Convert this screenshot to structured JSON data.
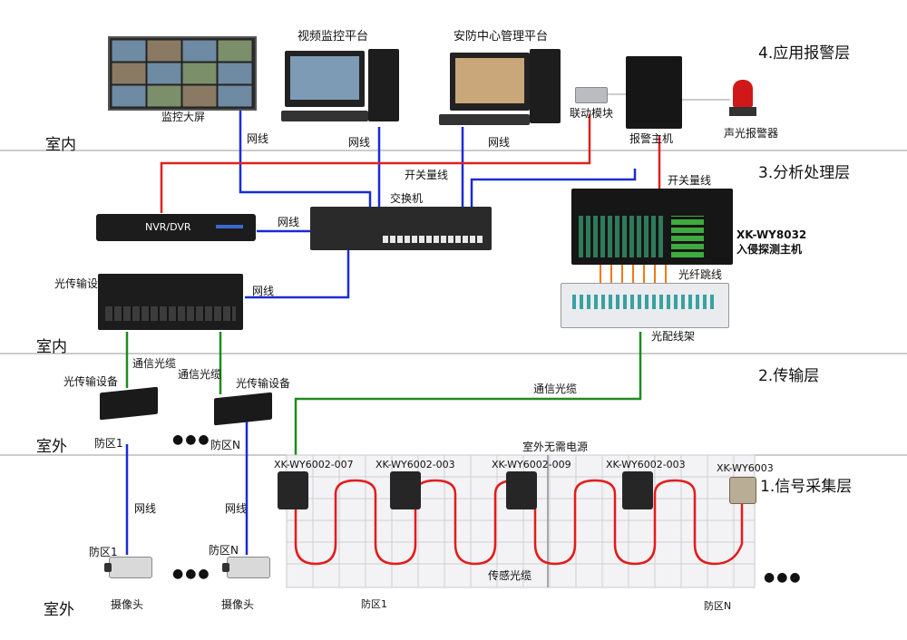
{
  "layers": {
    "l4": "4.应用报警层",
    "l3": "3.分析处理层",
    "l2": "2.传输层",
    "l1": "1.信号采集层"
  },
  "zones": {
    "indoor_1": "室内",
    "indoor_2": "室内",
    "outdoor_1": "室外",
    "outdoor_2": "室外"
  },
  "devices": {
    "video_wall": "监控大屏",
    "video_platform": "视频监控平台",
    "security_platform": "安防中心管理平台",
    "linkage_module": "联动模块",
    "alarm_host": "报警主机",
    "sound_light_alarm": "声光报警器",
    "switch": "交换机",
    "nvr": "NVR/DVR",
    "nvr_face": "NVR/DVR",
    "optical_device_rack": "光传输设备",
    "intrusion_model": "XK-WY8032",
    "intrusion_name": "入侵探测主机",
    "odf": "光配线架",
    "optical_device_1": "光传输设备",
    "optical_device_n": "光传输设备",
    "camera_1": "摄像头",
    "camera_n": "摄像头",
    "sensor_1": "XK-WY6002-007",
    "sensor_2": "XK-WY6002-003",
    "sensor_3": "XK-WY6002-009",
    "sensor_4": "XK-WY6002-003",
    "sensor_5": "XK-WY6003"
  },
  "links": {
    "net_wall": "网线",
    "net_video": "网线",
    "net_security": "网线",
    "switch_qty_1": "开关量线",
    "switch_qty_2": "开关量线",
    "net_nvr": "网线",
    "net_rack": "网线",
    "fiber_jumper": "光纤跳线",
    "comm_cable_1": "通信光缆",
    "comm_cable_2": "通信光缆",
    "comm_cable_3": "通信光缆",
    "net_cam_1": "网线",
    "net_cam_n": "网线",
    "sensing_cable": "传感光缆",
    "no_power": "室外无需电源"
  },
  "zones_labels": {
    "zone_1_a": "防区1",
    "zone_n_a": "防区N",
    "zone_1_b": "防区1",
    "zone_n_b": "防区N",
    "zone_1_c": "防区1",
    "zone_n_c": "防区N"
  },
  "ellipsis": {
    "e1": "●●●",
    "e2": "●●●",
    "e3": "●●●"
  },
  "colors": {
    "network_line": "#1a2bd6",
    "switch_quantity_line": "#e02020",
    "fiber_line": "#1f8a1f",
    "jumper": "#f07a1a",
    "sensing_cable": "#e41b1b",
    "divider": "#9a9a9a"
  }
}
